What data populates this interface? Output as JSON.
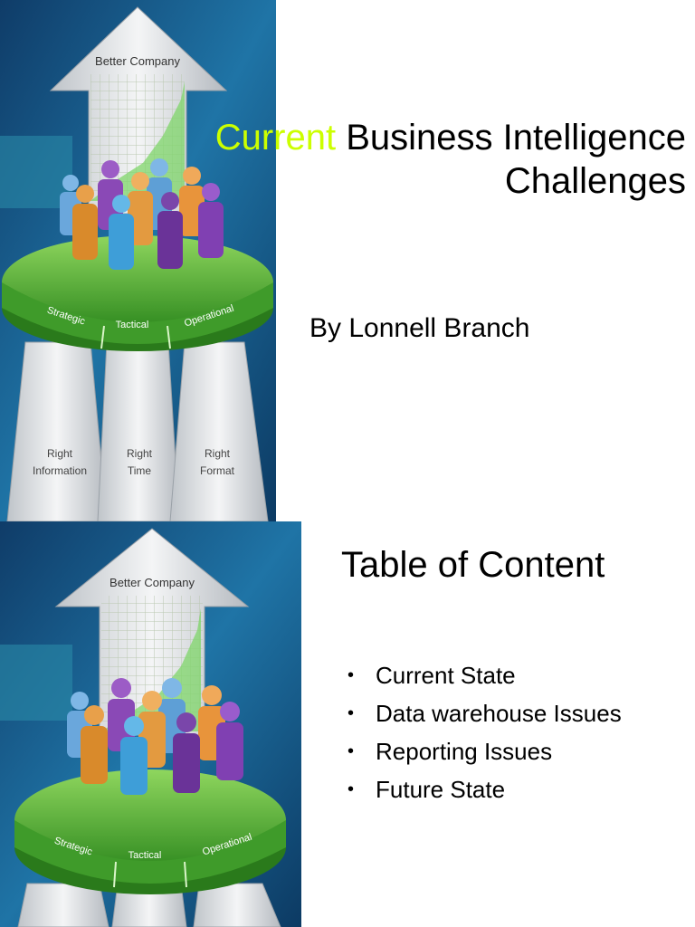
{
  "slide1": {
    "title_highlight": "Current",
    "title_rest": " Business Intelligence Challenges",
    "author": "By Lonnell Branch",
    "graphic": {
      "arrow_label": "Better Company",
      "segments": [
        "Strategic",
        "Tactical",
        "Operational"
      ],
      "pillars": [
        {
          "line1": "Right",
          "line2": "Information"
        },
        {
          "line1": "Right",
          "line2": "Time"
        },
        {
          "line1": "Right",
          "line2": "Format"
        }
      ]
    }
  },
  "slide2": {
    "title": "Table of Content",
    "items": [
      "Current State",
      "Data warehouse Issues",
      "Reporting Issues",
      "Future State"
    ],
    "graphic": {
      "arrow_label": "Better Company",
      "segments": [
        "Strategic",
        "Tactical",
        "Operational"
      ]
    }
  },
  "colors": {
    "highlight": "#ccff00",
    "background_blue": "#1b5f8f",
    "platform_green": "#4aa52e"
  }
}
